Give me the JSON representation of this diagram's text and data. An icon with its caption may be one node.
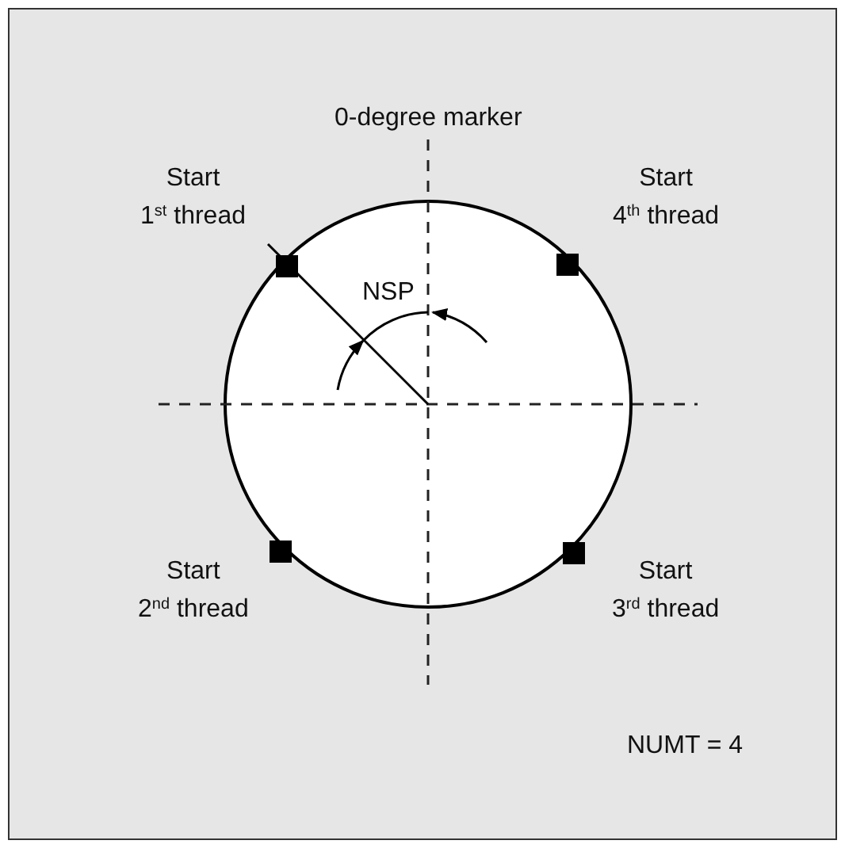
{
  "diagram": {
    "labels": [
      "0-degree marker",
      "Start 1$^{st}$ thread",
      "Start 4$^{th}$ thread",
      "NSP",
      "Start 2$^{nd}$ thread",
      "Start 3$^{rd}$ thread",
      "NUMT = 4"
    ]
  }
}
